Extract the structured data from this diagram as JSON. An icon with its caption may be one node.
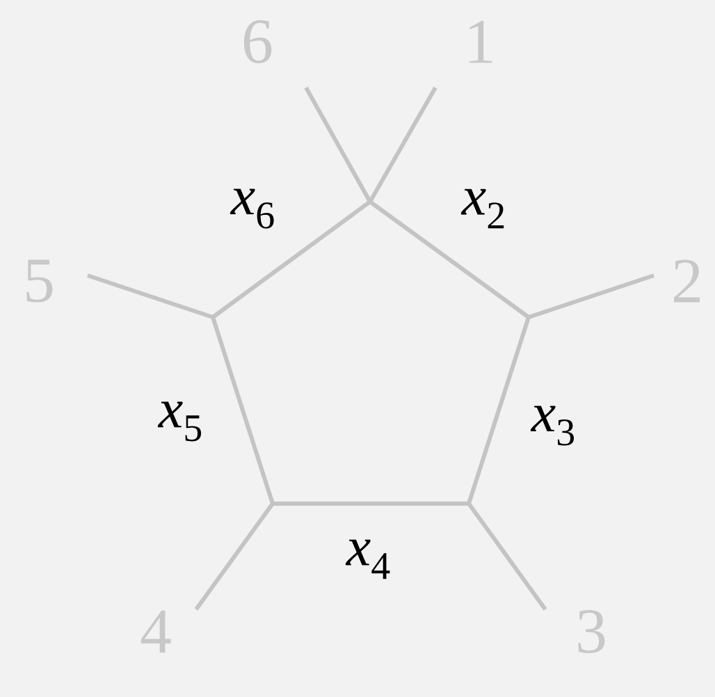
{
  "diagram": {
    "labels": [
      "6",
      "1",
      "*x*$_{6}$",
      "*x*$_{2}$",
      "5",
      "2",
      "*x*$_{5}$",
      "*x*$_{3}$",
      "*x*$_{4}$",
      "4",
      "3"
    ]
  }
}
